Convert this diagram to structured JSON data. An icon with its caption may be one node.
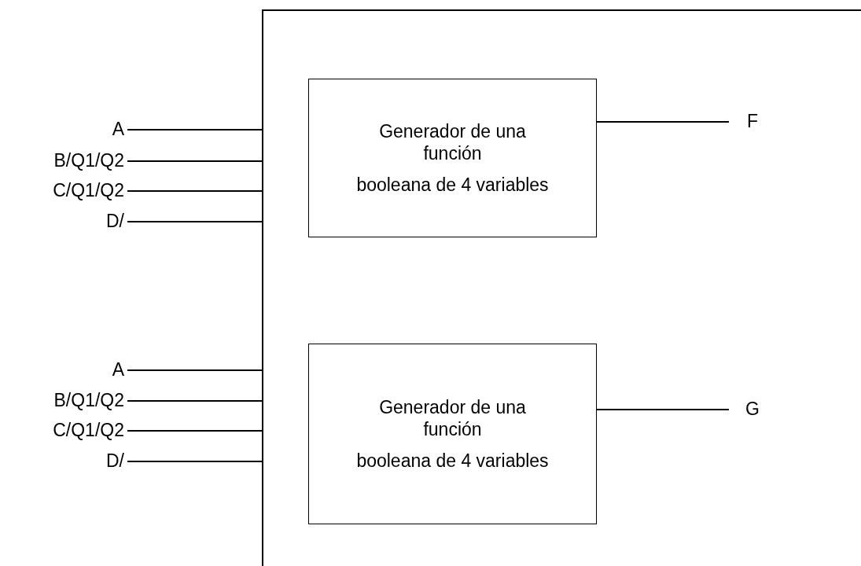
{
  "diagram": {
    "nodes": [
      {
        "text": [],
        "shape": "box"
      },
      {
        "text": [
          "Generador de una función",
          "booleana de 4 variables"
        ],
        "in": 0
      },
      {
        "text": [
          "Generador de una función",
          "booleana de 4 variables"
        ],
        "in": 0
      },
      {
        "text": [
          "A"
        ]
      },
      {
        "text": [
          "B/Q1/Q2"
        ]
      },
      {
        "text": [
          "C/Q1/Q2"
        ]
      },
      {
        "text": [
          "D/"
        ]
      },
      {
        "text": [
          "A"
        ]
      },
      {
        "text": [
          "B/Q1/Q2"
        ]
      },
      {
        "text": [
          "C/Q1/Q2"
        ]
      },
      {
        "text": [
          "D/"
        ]
      },
      {
        "text": [
          "F"
        ],
        "in": 0
      },
      {
        "text": [
          "G"
        ],
        "in": 0
      }
    ],
    "edges": [
      {
        "from": 3,
        "to": 0,
        "arrow": "none"
      },
      {
        "from": 4,
        "to": 0,
        "arrow": "none"
      },
      {
        "from": 5,
        "to": 0,
        "arrow": "none"
      },
      {
        "from": 6,
        "to": 0,
        "arrow": "none"
      },
      {
        "from": 7,
        "to": 0,
        "arrow": "none"
      },
      {
        "from": 8,
        "to": 0,
        "arrow": "none"
      },
      {
        "from": 9,
        "to": 0,
        "arrow": "none"
      },
      {
        "from": 10,
        "to": 0,
        "arrow": "none"
      },
      {
        "from": 1,
        "to": 11,
        "arrow": "none"
      },
      {
        "from": 2,
        "to": 12,
        "arrow": "none"
      }
    ]
  }
}
